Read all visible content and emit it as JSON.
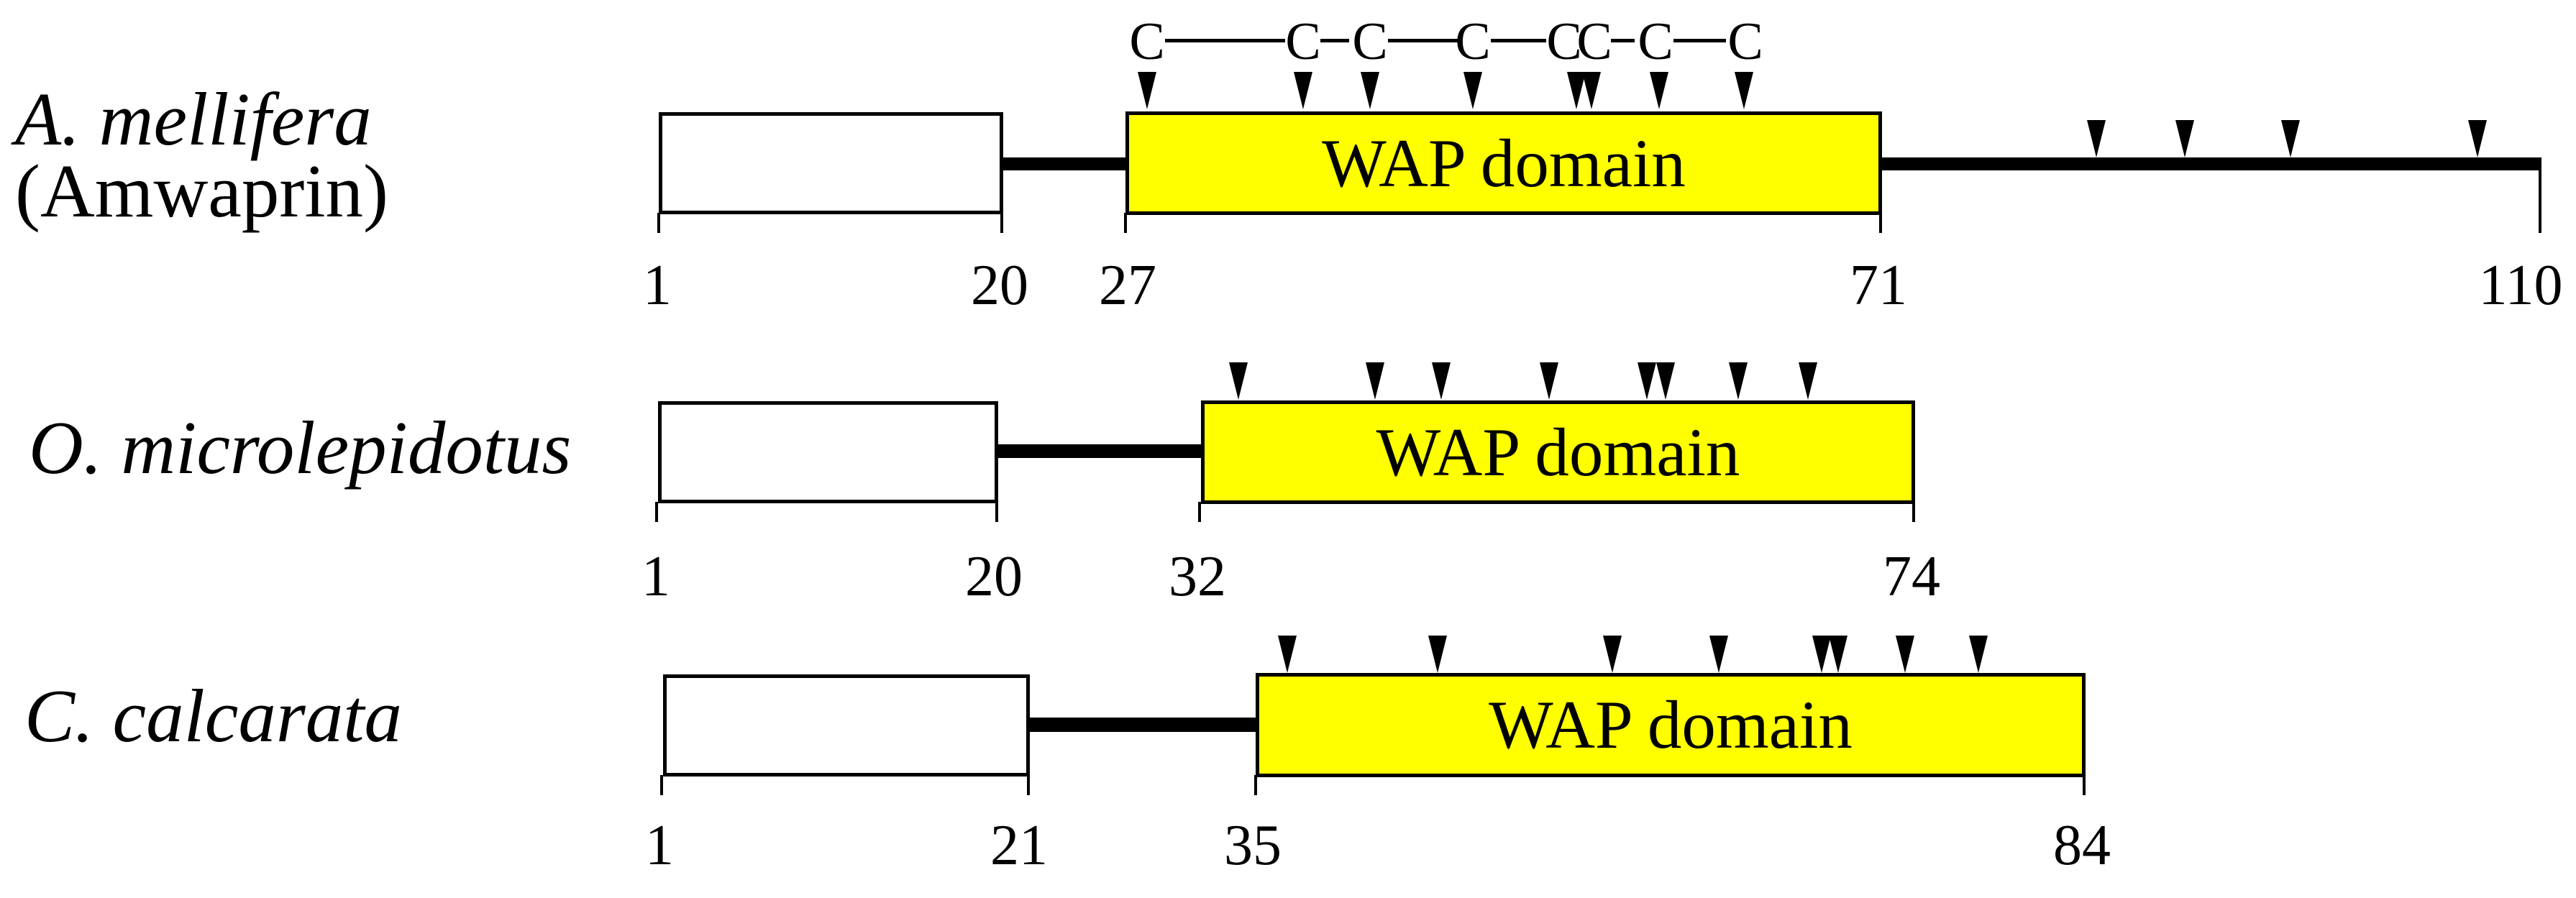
{
  "figure": {
    "background": "#FFFFFF",
    "colors": {
      "wap_fill": "#FFFF00",
      "outline": "#000000",
      "text": "#000000"
    },
    "marker_icon": "filled-down-arrowhead",
    "rows": [
      {
        "species": "A. mellifera",
        "species_note": "(Amwaprin)",
        "wap_label": "WAP domain",
        "positions": {
          "start": "1",
          "signal_end": "20",
          "wap_start": "27",
          "wap_end": "71",
          "protein_end": "110"
        },
        "cysteines": [
          "C",
          "C",
          "C",
          "C",
          "C",
          "C",
          "C",
          "C"
        ],
        "wap_marker_count": 8,
        "tail_marker_count": 4
      },
      {
        "species": "O. microlepidotus",
        "wap_label": "WAP domain",
        "positions": {
          "start": "1",
          "signal_end": "20",
          "wap_start": "32",
          "wap_end": "74"
        },
        "wap_marker_count": 8
      },
      {
        "species": "C. calcarata",
        "wap_label": "WAP domain",
        "positions": {
          "start": "1",
          "signal_end": "21",
          "wap_start": "35",
          "wap_end": "84"
        },
        "wap_marker_count": 8
      }
    ]
  }
}
